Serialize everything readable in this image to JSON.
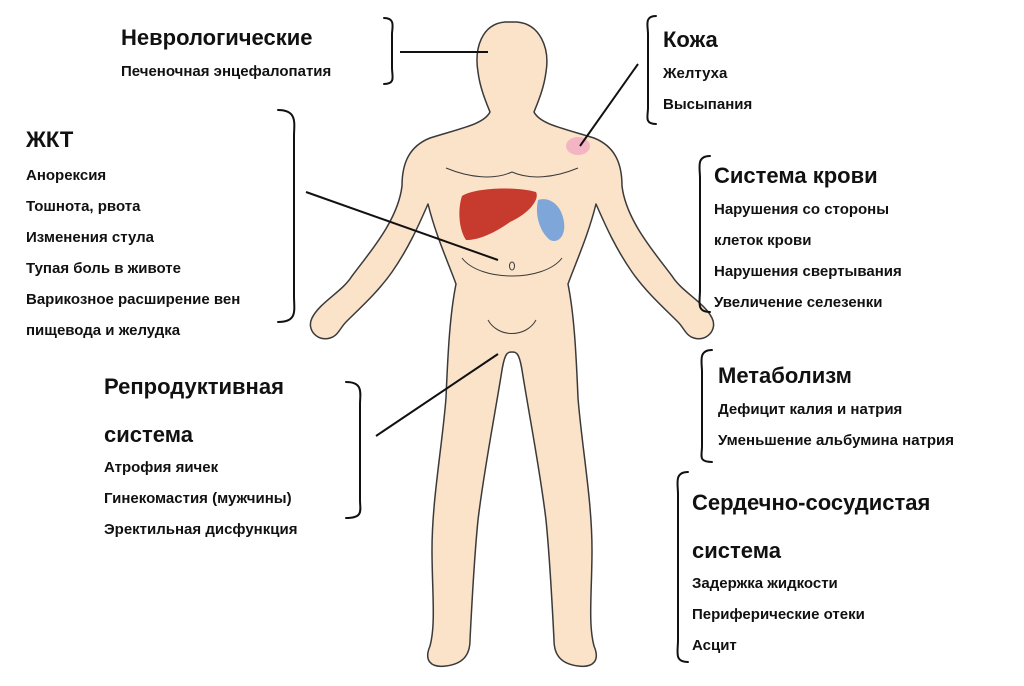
{
  "colors": {
    "skin": "#fbe3c9",
    "outline": "#3a3a3a",
    "liver": "#c73a2e",
    "gallbladder": "#7ea6d8",
    "rash": "#f3b4c4",
    "lines": "#111111"
  },
  "groups": {
    "neuro": {
      "heading": "Неврологические",
      "items": [
        "Печеночная энцефалопатия"
      ]
    },
    "gi": {
      "heading": "ЖКТ",
      "items": [
        "Анорексия",
        "Тошнота, рвота",
        "Изменения стула",
        "Тупая боль в животе",
        "Варикозное расширение вен",
        "пищевода и желудка"
      ]
    },
    "repro": {
      "heading_lines": [
        "Репродуктивная",
        "система"
      ],
      "items": [
        "Атрофия яичек",
        "Гинекомастия (мужчины)",
        "Эректильная дисфункция"
      ]
    },
    "skin": {
      "heading": "Кожа",
      "items": [
        "Желтуха",
        "Высыпания"
      ]
    },
    "blood": {
      "heading": "Система крови",
      "items": [
        "Нарушения со стороны",
        "клеток крови",
        "Нарушения свертывания",
        "Увеличение селезенки"
      ]
    },
    "metabolism": {
      "heading": "Метаболизм",
      "items": [
        "Дефицит калия и натрия",
        "Уменьшение альбумина натрия"
      ]
    },
    "cardio": {
      "heading_lines": [
        "Сердечно-сосудистая",
        "система"
      ],
      "items": [
        "Задержка жидкости",
        "Периферические отеки",
        "Асцит"
      ]
    }
  }
}
